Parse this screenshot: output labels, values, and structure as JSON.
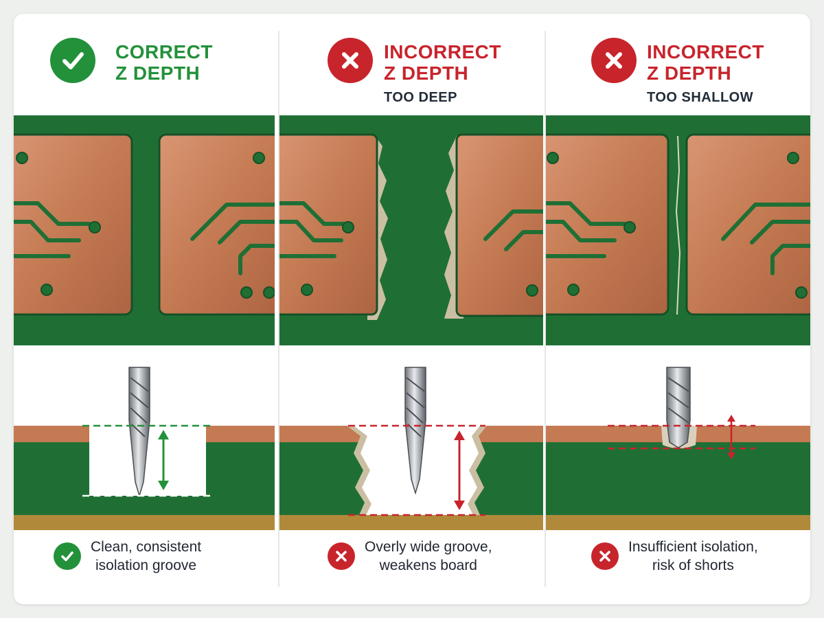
{
  "colors": {
    "correct": "#23913a",
    "incorrect": "#c8242c",
    "board_green": "#1f6f35",
    "copper": "#c47a52",
    "text_dark": "#1f2630"
  },
  "panels": [
    {
      "status": "correct",
      "icon": "check-icon",
      "title_line1": "CORRECT",
      "title_line2": "Z DEPTH",
      "subtitle": "",
      "caption_line1": "Clean, consistent",
      "caption_line2": "isolation groove"
    },
    {
      "status": "incorrect",
      "icon": "cross-icon",
      "title_line1": "INCORRECT",
      "title_line2": "Z DEPTH",
      "subtitle": "TOO DEEP",
      "caption_line1": "Overly wide groove,",
      "caption_line2": "weakens board"
    },
    {
      "status": "incorrect",
      "icon": "cross-icon",
      "title_line1": "INCORRECT",
      "title_line2": "Z DEPTH",
      "subtitle": "TOO SHALLOW",
      "caption_line1": "Insufficient isolation,",
      "caption_line2": "risk of shorts"
    }
  ]
}
